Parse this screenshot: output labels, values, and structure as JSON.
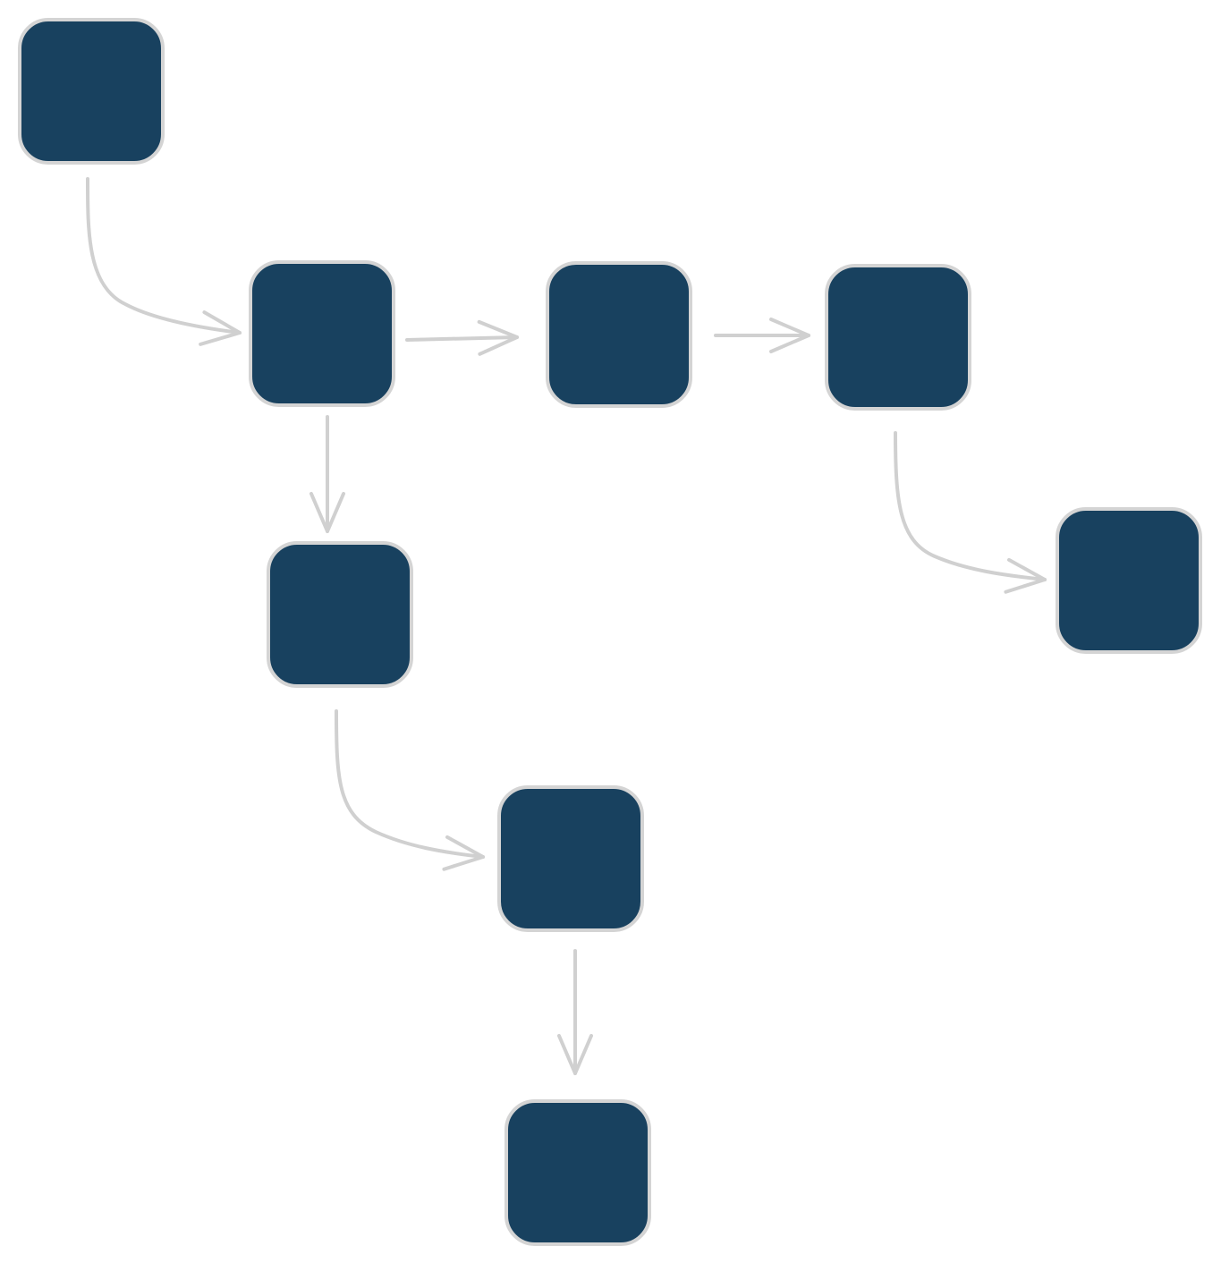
{
  "diagram": {
    "node_fill": "#18415f",
    "node_stroke": "#d4d4d4",
    "edge_color": "#d0d0d0",
    "background": "#ffffff",
    "nodes": [
      {
        "id": "n1"
      },
      {
        "id": "n2"
      },
      {
        "id": "n3"
      },
      {
        "id": "n4"
      },
      {
        "id": "n5"
      },
      {
        "id": "n6"
      },
      {
        "id": "n7"
      },
      {
        "id": "n8"
      }
    ],
    "edges": [
      {
        "from": "n1",
        "to": "n2"
      },
      {
        "from": "n2",
        "to": "n3"
      },
      {
        "from": "n3",
        "to": "n4"
      },
      {
        "from": "n2",
        "to": "n5"
      },
      {
        "from": "n4",
        "to": "n6"
      },
      {
        "from": "n5",
        "to": "n7"
      },
      {
        "from": "n7",
        "to": "n8"
      }
    ]
  }
}
